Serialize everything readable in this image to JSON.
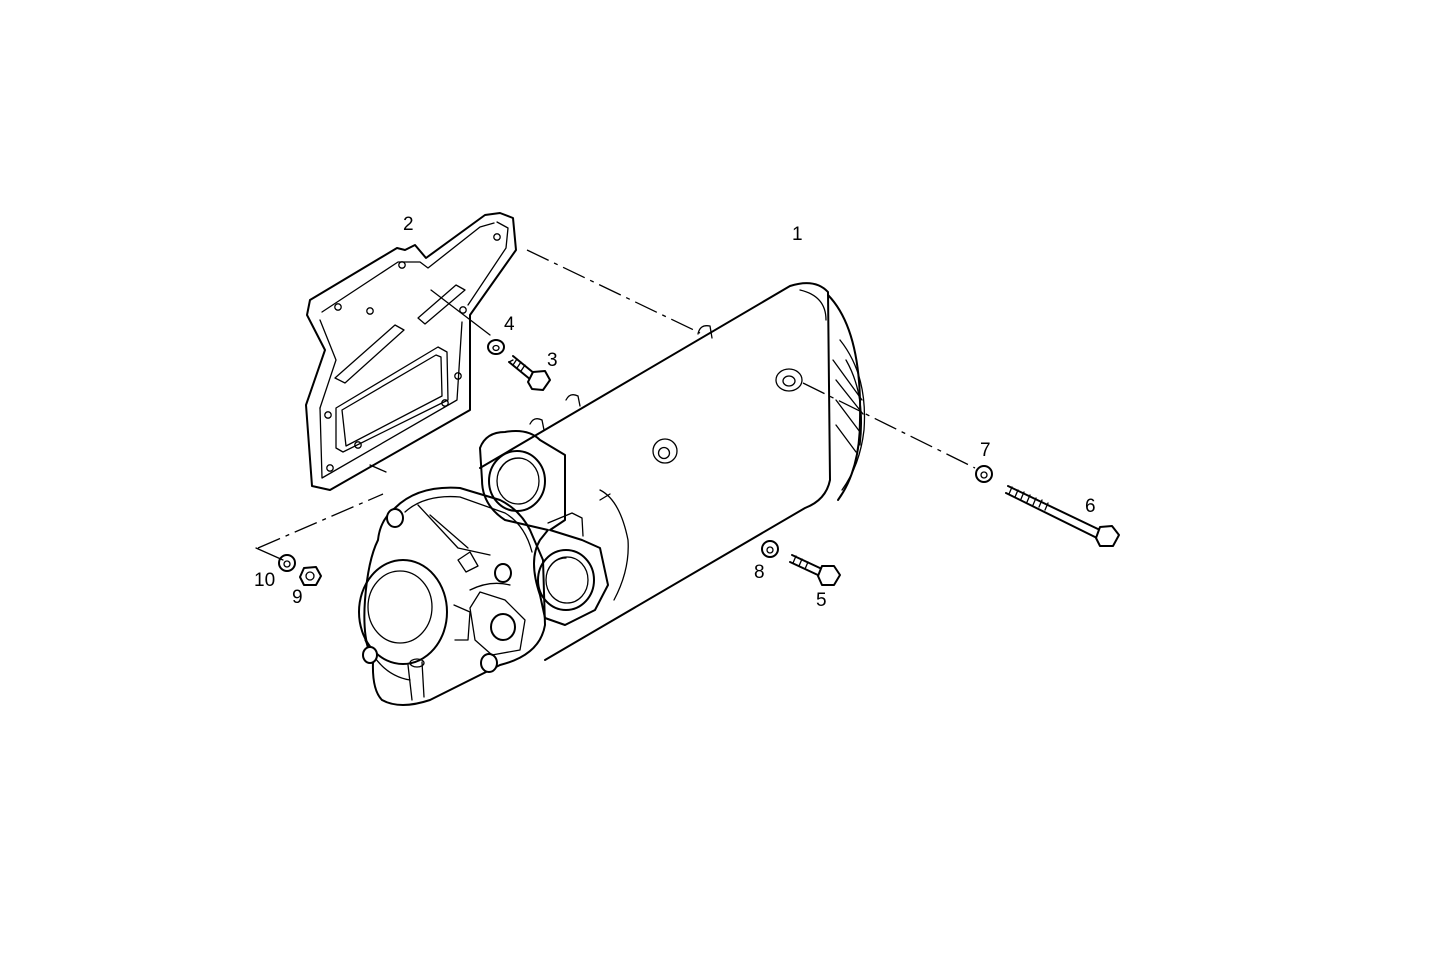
{
  "diagram": {
    "callouts": [
      {
        "id": "1",
        "label": "1"
      },
      {
        "id": "2",
        "label": "2"
      },
      {
        "id": "3",
        "label": "3"
      },
      {
        "id": "4",
        "label": "4"
      },
      {
        "id": "5",
        "label": "5"
      },
      {
        "id": "6",
        "label": "6"
      },
      {
        "id": "7",
        "label": "7"
      },
      {
        "id": "8",
        "label": "8"
      },
      {
        "id": "9",
        "label": "9"
      },
      {
        "id": "10",
        "label": "10"
      }
    ]
  }
}
